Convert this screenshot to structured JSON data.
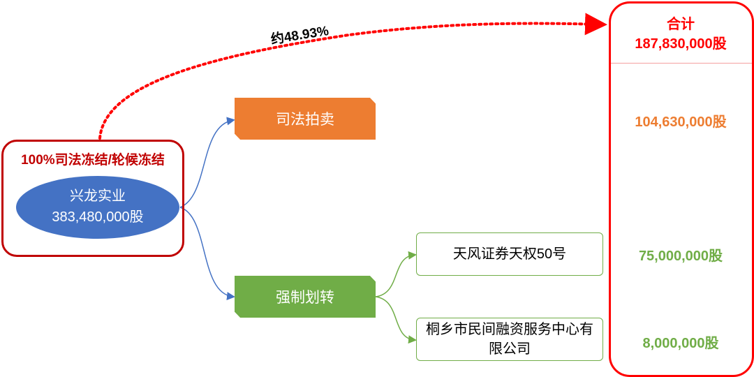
{
  "source": {
    "frozen_label": "100%司法冻结/轮候冻结",
    "company": "兴龙实业",
    "shares": "383,480,000股"
  },
  "percent_label": "约48.93%",
  "branches": {
    "auction": "司法拍卖",
    "transfer": "强制划转"
  },
  "transfer_targets": [
    {
      "name": "天风证券天权50号",
      "shares": "75,000,000股"
    },
    {
      "name": "桐乡市民间融资服务中心有限公司",
      "shares": "8,000,000股"
    }
  ],
  "auction_shares": "104,630,000股",
  "total": {
    "label": "合计",
    "shares": "187,830,000股"
  },
  "colors": {
    "red": "#ff0000",
    "dark_red": "#c00000",
    "blue": "#4472c4",
    "orange": "#ed7d31",
    "green": "#70ad47"
  }
}
